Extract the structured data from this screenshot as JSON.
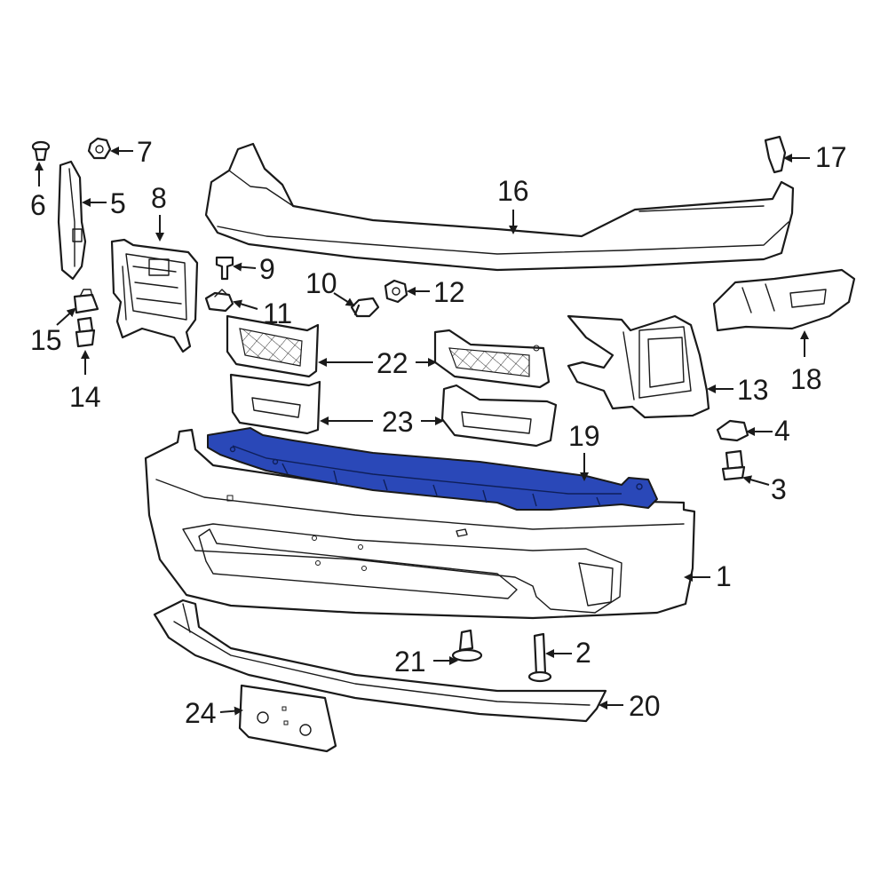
{
  "diagram": {
    "highlight_color": "#2a48b8",
    "highlighted_part": "19",
    "callouts": [
      "1",
      "2",
      "3",
      "4",
      "5",
      "6",
      "7",
      "8",
      "9",
      "10",
      "11",
      "12",
      "13",
      "14",
      "15",
      "16",
      "17",
      "18",
      "19",
      "20",
      "21",
      "22",
      "23",
      "24"
    ]
  }
}
